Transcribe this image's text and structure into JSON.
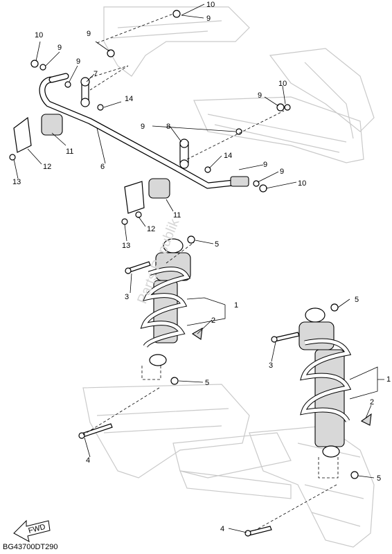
{
  "diagram_code": "BG43700DT290",
  "watermark": "Parts Republik",
  "fwd_label": "FWD",
  "callouts": {
    "c1a": "1",
    "c1b": "1",
    "c2a": "2",
    "c2b": "2",
    "c3a": "3",
    "c3b": "3",
    "c4a": "4",
    "c4b": "4",
    "c5a": "5",
    "c5b": "5",
    "c5c": "5",
    "c5d": "5",
    "c6": "6",
    "c7": "7",
    "c8": "8",
    "c9a": "9",
    "c9b": "9",
    "c9c": "9",
    "c9d": "9",
    "c9e": "9",
    "c9f": "9",
    "c9g": "9",
    "c9h": "9",
    "c10a": "10",
    "c10b": "10",
    "c10c": "10",
    "c10d": "10",
    "c11a": "11",
    "c11b": "11",
    "c12a": "12",
    "c12b": "12",
    "c13a": "13",
    "c13b": "13",
    "c14a": "14",
    "c14b": "14"
  }
}
